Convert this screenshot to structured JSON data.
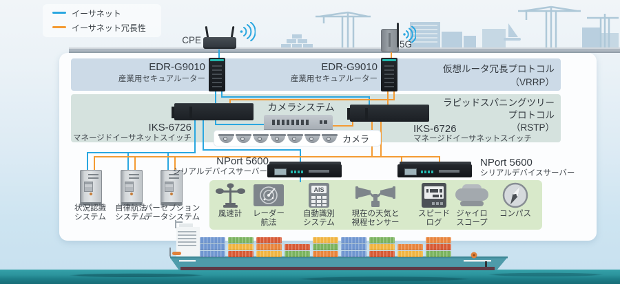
{
  "legend": {
    "items": [
      {
        "label": "イーサネット",
        "color": "#2aa7e0"
      },
      {
        "label": "イーサネット冗長性",
        "color": "#f49b33"
      }
    ]
  },
  "wireless": {
    "cpe_label": "CPE",
    "five_g_label": "5G"
  },
  "router_tier": {
    "left_router": {
      "model": "EDR-G9010",
      "description": "産業用セキュアルーター"
    },
    "right_router": {
      "model": "EDR-G9010",
      "description": "産業用セキュアルーター"
    },
    "protocol": {
      "line1": "仮想ルータ冗長プロトコル",
      "line2": "（VRRP）"
    }
  },
  "switch_tier": {
    "left_switch": {
      "model": "IKS-6726",
      "description": "マネージドイーサネットスイッチ"
    },
    "right_switch": {
      "model": "IKS-6726",
      "description": "マネージドイーサネットスイッチ"
    },
    "protocol": {
      "line1": "ラピッドスパニングツリー",
      "line2": "プロトコル",
      "line3": "（RSTP）"
    },
    "camera_system_label": "カメラシステム",
    "camera_label": "カメラ",
    "camera_count": 7
  },
  "serial_tier": {
    "left_server": {
      "model": "NPort 5600",
      "description": "シリアルデバイスサーバー"
    },
    "right_server": {
      "model": "NPort 5600",
      "description": "シリアルデバイスサーバー"
    }
  },
  "computers": [
    {
      "line1": "状況認識",
      "line2": "システム"
    },
    {
      "line1": "自律航法",
      "line2": "システム"
    },
    {
      "line1": "パーセプション",
      "line2": "データシステム"
    }
  ],
  "instruments": [
    {
      "icon": "anemometer-icon",
      "line1": "風速計",
      "line2": ""
    },
    {
      "icon": "radar-icon",
      "line1": "レーダー",
      "line2": "航法"
    },
    {
      "icon": "ais-icon",
      "line1": "自動識別",
      "line2": "システム",
      "badge": "AIS"
    },
    {
      "icon": "weather-sensor-icon",
      "line1": "現在の天気と",
      "line2": "視程センサー"
    },
    {
      "icon": "speed-log-icon",
      "line1": "スピード",
      "line2": "ログ"
    },
    {
      "icon": "gyroscope-icon",
      "line1": "ジャイロ",
      "line2": "スコープ"
    },
    {
      "icon": "compass-icon",
      "line1": "コンパス",
      "line2": ""
    }
  ],
  "colors": {
    "ethernet": "#2aa7e0",
    "redundancy": "#f49b33",
    "device_accent": "#23b8ae",
    "container_palette": [
      "#6f96d0",
      "#e8843c",
      "#7ab35e",
      "#f0b440",
      "#d75a35"
    ]
  }
}
